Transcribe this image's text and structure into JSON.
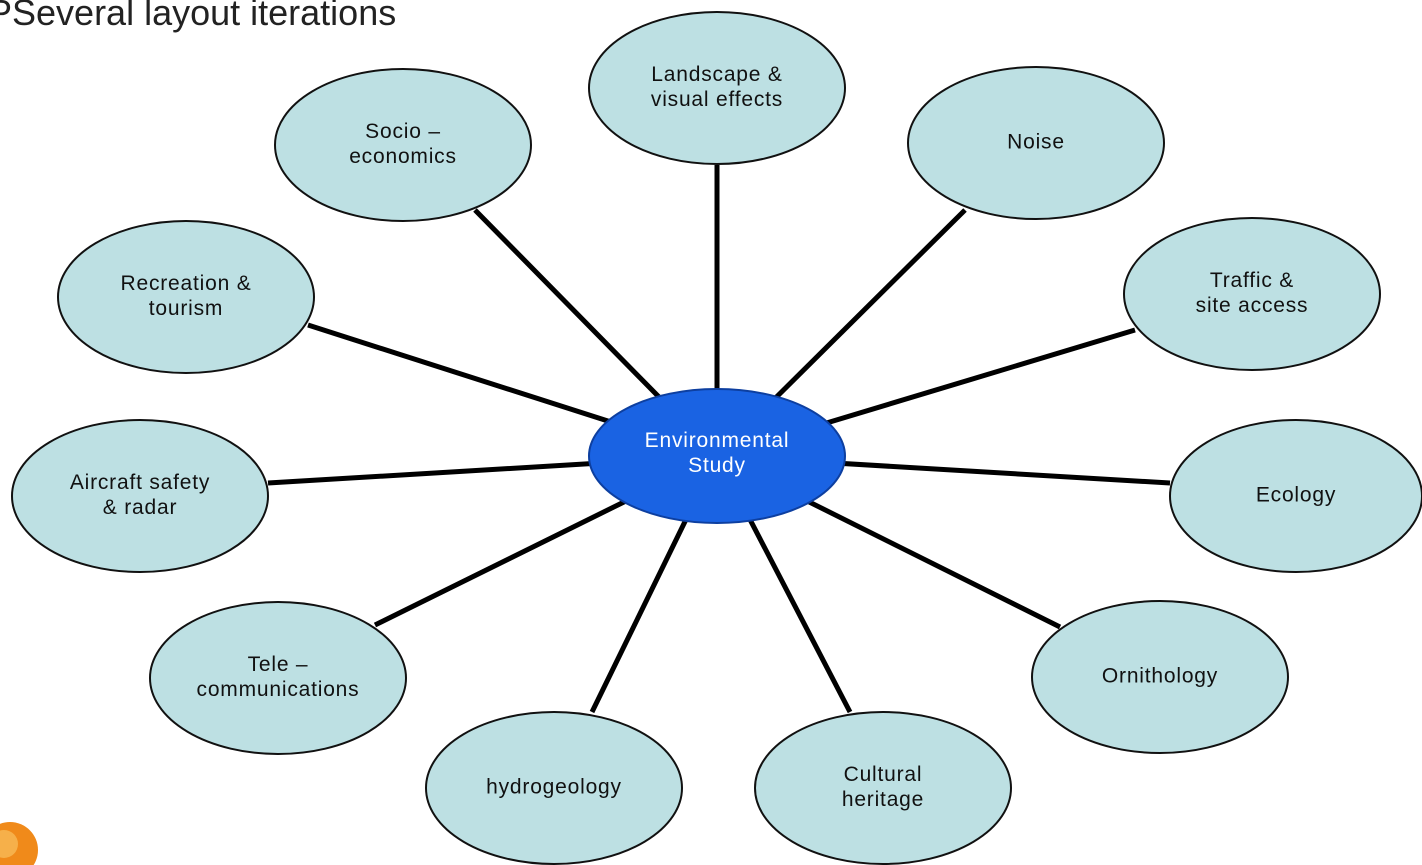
{
  "heading": "PSeveral layout iterations",
  "center": {
    "lines": [
      "Environmental",
      "Study"
    ],
    "color": "#1a63e3"
  },
  "node_color": "#bde0e3",
  "nodes": [
    {
      "id": "landscape",
      "lines": [
        "Landscape &",
        "visual effects"
      ]
    },
    {
      "id": "noise",
      "lines": [
        "Noise"
      ]
    },
    {
      "id": "traffic",
      "lines": [
        "Traffic &",
        "site access"
      ]
    },
    {
      "id": "ecology",
      "lines": [
        "Ecology"
      ]
    },
    {
      "id": "ornithology",
      "lines": [
        "Ornithology"
      ]
    },
    {
      "id": "cultural-heritage",
      "lines": [
        "Cultural",
        "heritage"
      ]
    },
    {
      "id": "hydrogeology",
      "lines": [
        "hydrogeology"
      ]
    },
    {
      "id": "telecommunications",
      "lines": [
        "Tele –",
        "communications"
      ]
    },
    {
      "id": "aircraft",
      "lines": [
        "Aircraft safety",
        "& radar"
      ]
    },
    {
      "id": "recreation",
      "lines": [
        "Recreation &",
        "tourism"
      ]
    },
    {
      "id": "socio-economics",
      "lines": [
        "Socio –",
        "economics"
      ]
    }
  ]
}
